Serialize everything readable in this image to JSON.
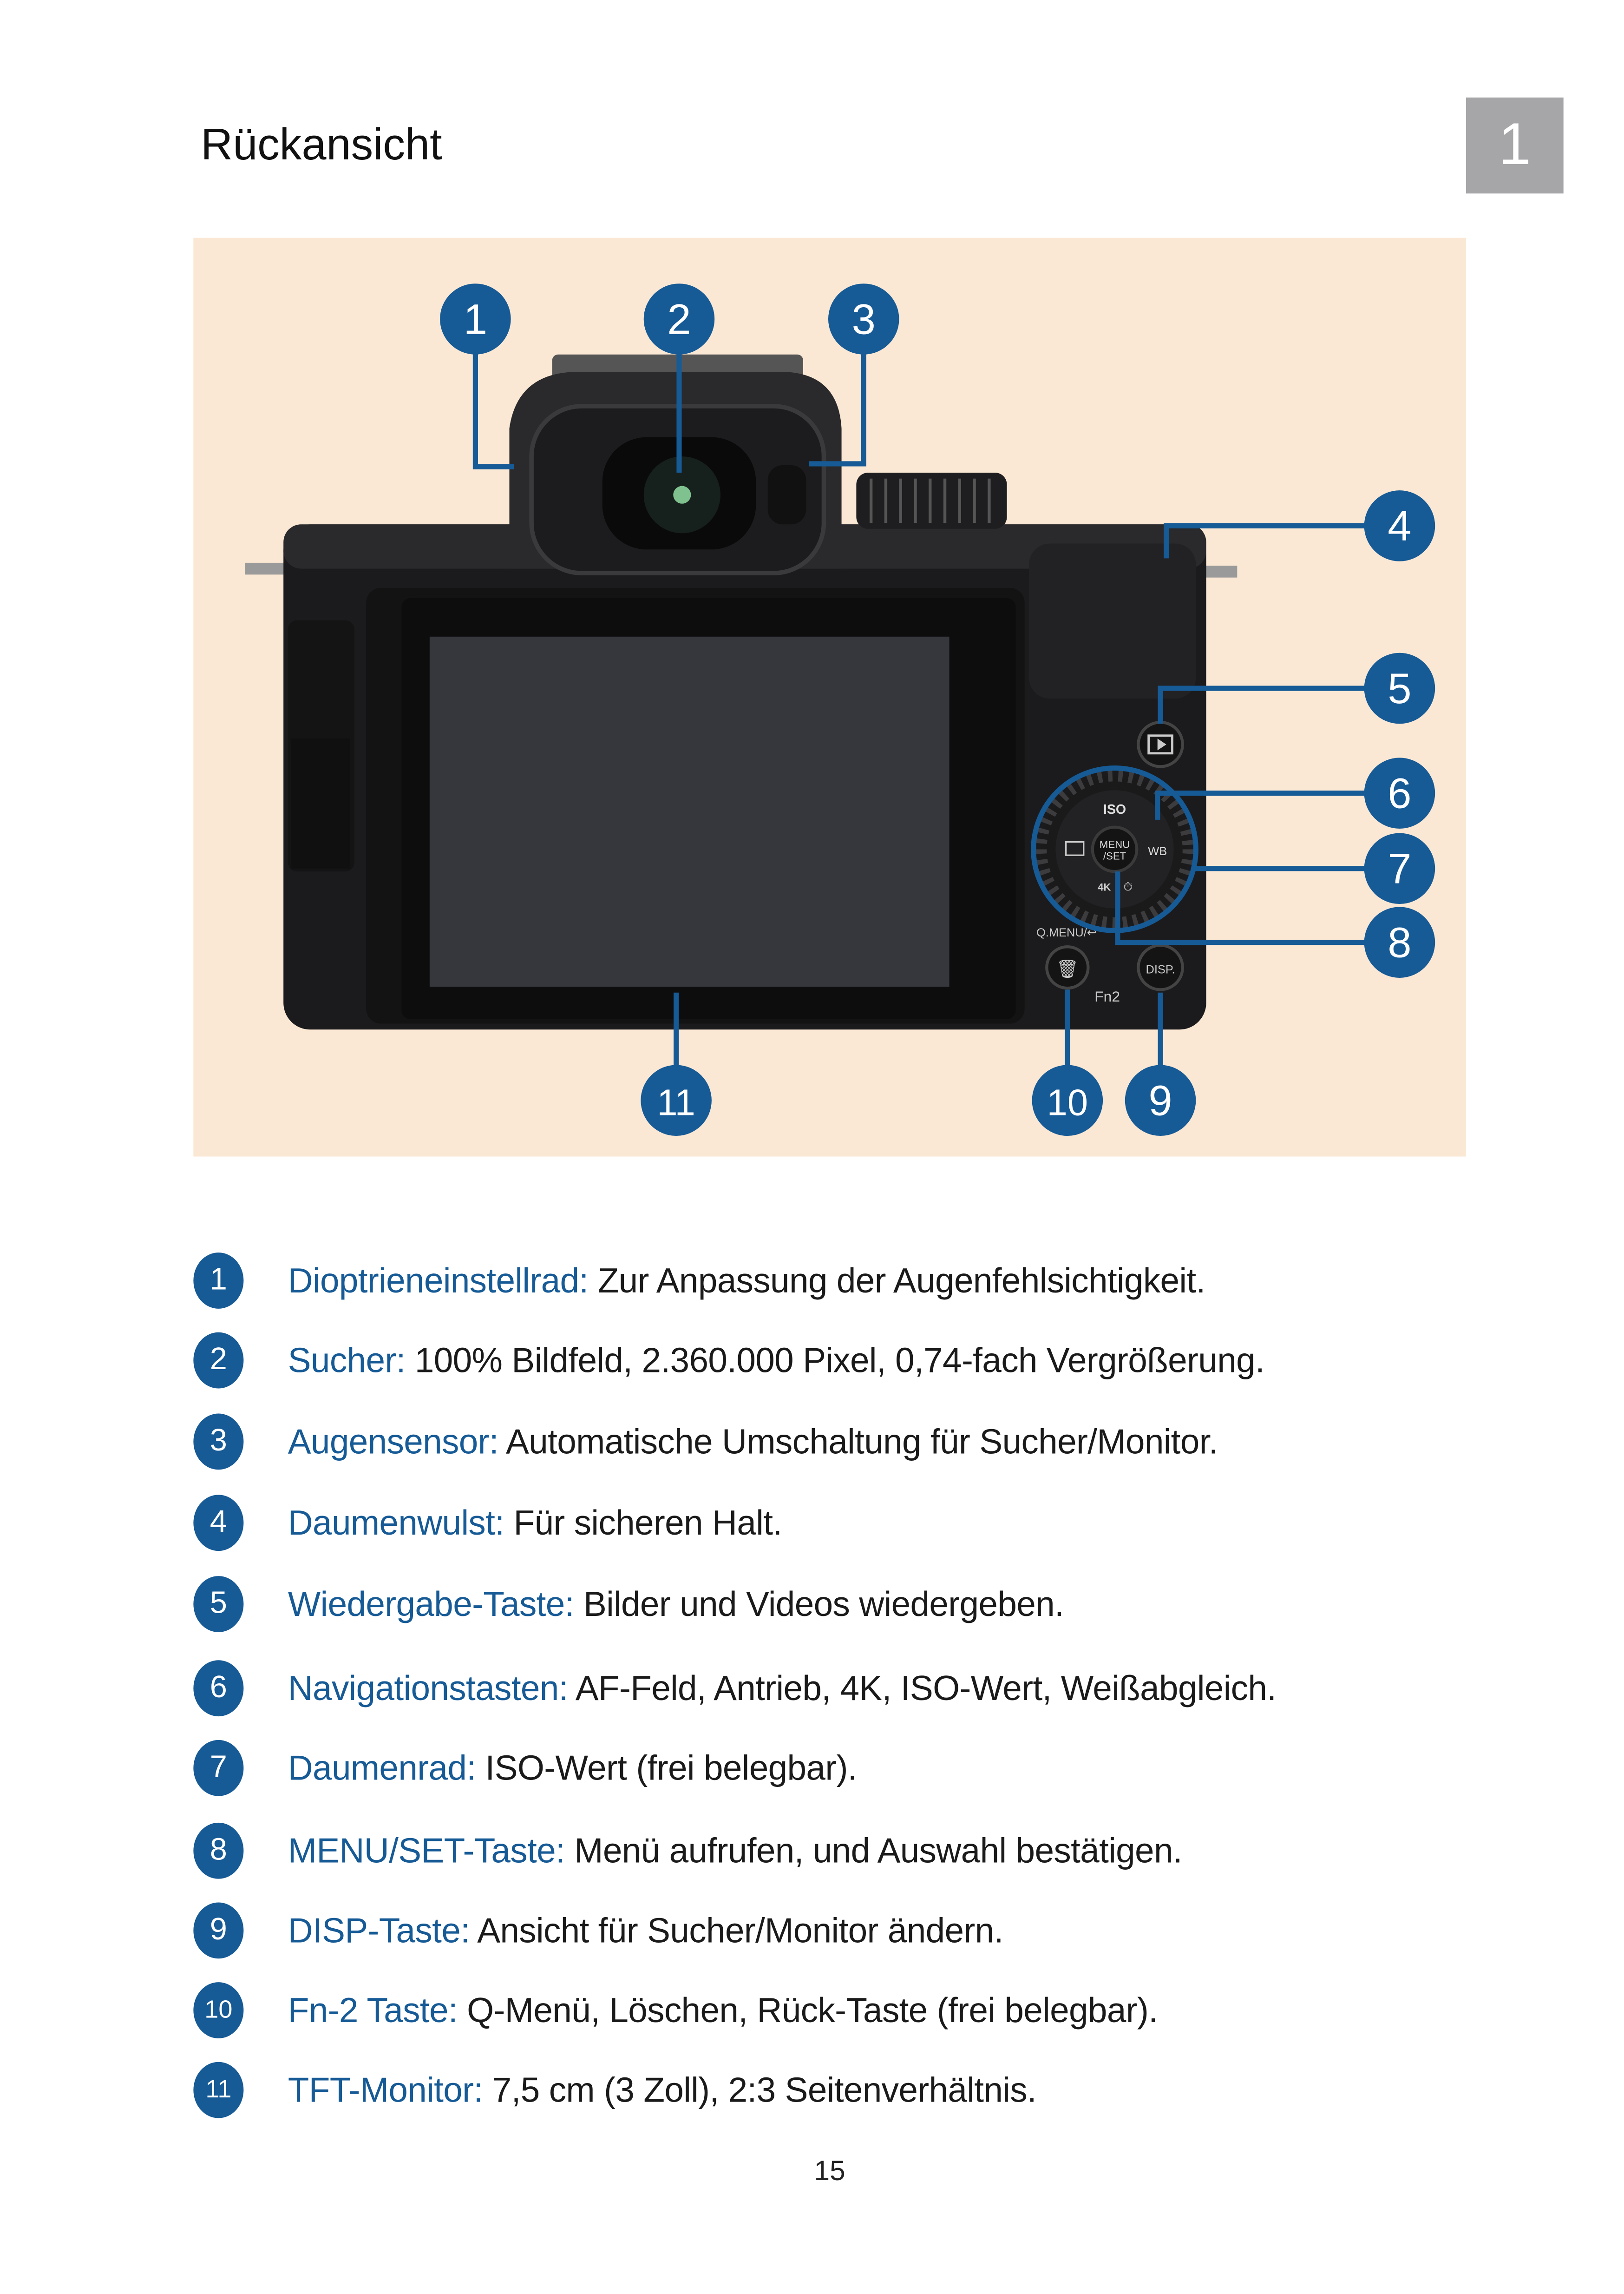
{
  "header": {
    "title": "Rückansicht",
    "chapter": "1"
  },
  "figure": {
    "callouts": [
      "1",
      "2",
      "3",
      "4",
      "5",
      "6",
      "7",
      "8",
      "9",
      "10",
      "11"
    ],
    "camera_labels": {
      "iso": "ISO",
      "menu": "MENU",
      "set": "/SET",
      "wb": "WB",
      "k4": "4K",
      "qmenu": "Q.MENU/↩",
      "disp": "DISP.",
      "fn2": "Fn2"
    }
  },
  "items": [
    {
      "num": "1",
      "term": "Dioptrieneinstellrad:",
      "text": " Zur Anpassung der Augenfehlsichtigkeit."
    },
    {
      "num": "2",
      "term": "Sucher:",
      "text": " 100% Bildfeld, 2.360.000 Pixel, 0,74-fach Vergrößerung."
    },
    {
      "num": "3",
      "term": "Augensensor:",
      "text": " Automatische Umschaltung für Sucher/Monitor."
    },
    {
      "num": "4",
      "term": "Daumenwulst:",
      "text": " Für sicheren Halt."
    },
    {
      "num": "5",
      "term": "Wiedergabe-Taste:",
      "text": " Bilder und Videos wiedergeben."
    },
    {
      "num": "6",
      "term": "Navigationstasten:",
      "text": " AF-Feld, Antrieb, 4K, ISO-Wert, Weißabgleich."
    },
    {
      "num": "7",
      "term": "Daumenrad:",
      "text": " ISO-Wert (frei belegbar)."
    },
    {
      "num": "8",
      "term": "MENU/SET-Taste:",
      "text": " Menü aufrufen, und Auswahl bestätigen."
    },
    {
      "num": "9",
      "term": "DISP-Taste:",
      "text": " Ansicht für Sucher/Monitor ändern."
    },
    {
      "num": "10",
      "term": "Fn-2 Taste:",
      "text": " Q-Menü, Löschen, Rück-Taste (frei belegbar)."
    },
    {
      "num": "11",
      "term": "TFT-Monitor:",
      "text": " 7,5 cm (3 Zoll), 2:3 Seitenverhältnis."
    }
  ],
  "footer": {
    "page_number": "15"
  },
  "colors": {
    "accent": "#165a96",
    "figure_bg": "#fbe8d4",
    "chapter_tab": "#a6a6a8"
  }
}
